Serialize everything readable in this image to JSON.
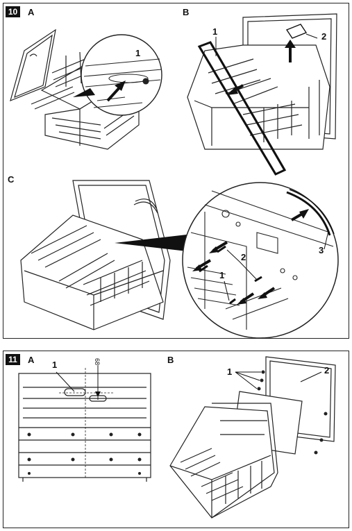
{
  "steps": [
    {
      "number": "10",
      "figures": [
        {
          "label": "A",
          "callouts": [
            "1"
          ]
        },
        {
          "label": "B",
          "callouts": [
            "1",
            "2"
          ]
        },
        {
          "label": "C",
          "callouts": [
            "1",
            "2",
            "3"
          ]
        }
      ]
    },
    {
      "number": "11",
      "figures": [
        {
          "label": "A",
          "callouts": [
            "1"
          ],
          "dimension": "68"
        },
        {
          "label": "B",
          "callouts": [
            "1",
            "2"
          ]
        }
      ]
    }
  ]
}
